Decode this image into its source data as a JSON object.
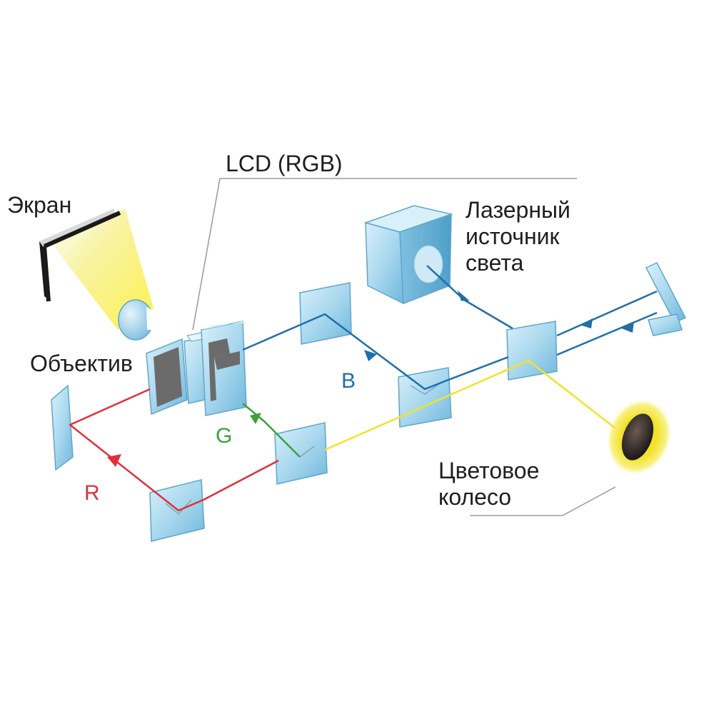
{
  "labels": {
    "screen": "Экран",
    "lcd": "LCD (RGB)",
    "laser_line1": "Лазерный",
    "laser_line2": "источник",
    "laser_line3": "света",
    "objective": "Объектив",
    "color_wheel_line1": "Цветовое",
    "color_wheel_line2": "колесо",
    "beam_b": "B",
    "beam_g": "G",
    "beam_r": "R"
  },
  "colors": {
    "blue_beam": "#1f6fa8",
    "green_beam": "#3aa13a",
    "red_beam": "#e0313a",
    "yellow_beam": "#f2e22a",
    "glass": "#a9d8ee",
    "lcd_panel": "#6b6b6b",
    "leader_line": "#9a9a9a"
  },
  "icons": {
    "screen": "screen-icon",
    "laser": "laser-source-icon",
    "wheel": "color-wheel-icon",
    "lens": "objective-lens-icon"
  }
}
